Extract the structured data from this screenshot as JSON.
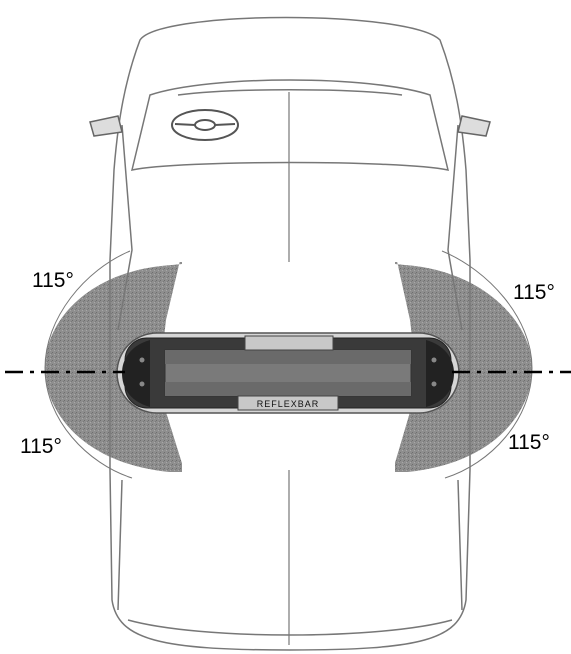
{
  "angle_labels": {
    "top_left": "115°",
    "top_right": "115°",
    "bottom_left": "115°",
    "bottom_right": "115°"
  },
  "lightbar": {
    "brand_text": "REFLEXBAR"
  },
  "colors": {
    "coverage_fill": "#8a8a8a",
    "lightbar_body": "#3a3a3a",
    "vehicle_outline": "#777777",
    "centerline": "#000000"
  }
}
